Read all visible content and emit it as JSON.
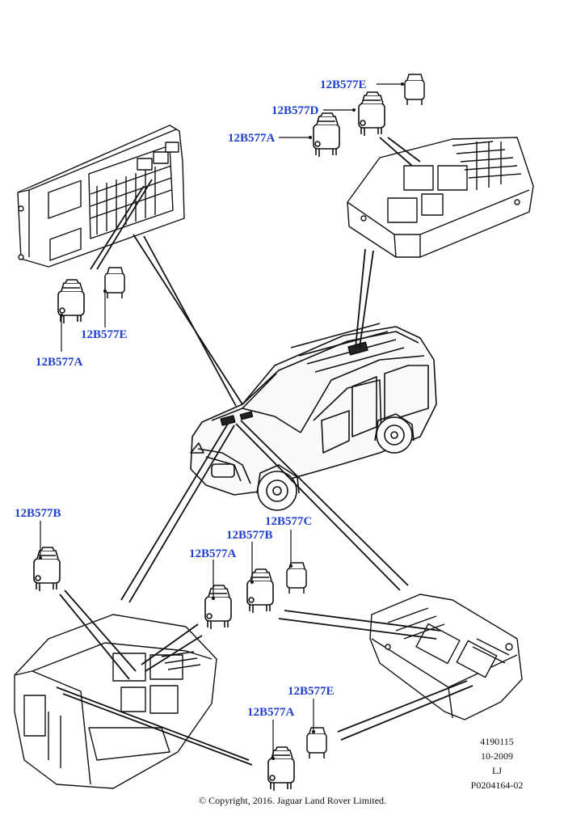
{
  "labels": {
    "top_right": [
      "12B577E",
      "12B577D",
      "12B577A"
    ],
    "top_left": [
      "12B577E",
      "12B577A"
    ],
    "bottom_left": [
      "12B577B",
      "12B577A"
    ],
    "bottom_center": [
      "12B577B",
      "12B577C"
    ],
    "bottom_right": [
      "12B577E",
      "12B577A"
    ]
  },
  "reference": {
    "number": "4190115",
    "date": "10-2009",
    "initials": "LJ",
    "code": "P0204164-02"
  },
  "copyright": "© Copyright, 2016. Jaguar Land Rover Limited.",
  "colors": {
    "callout": "#1f3fd0",
    "line": "#111111"
  }
}
